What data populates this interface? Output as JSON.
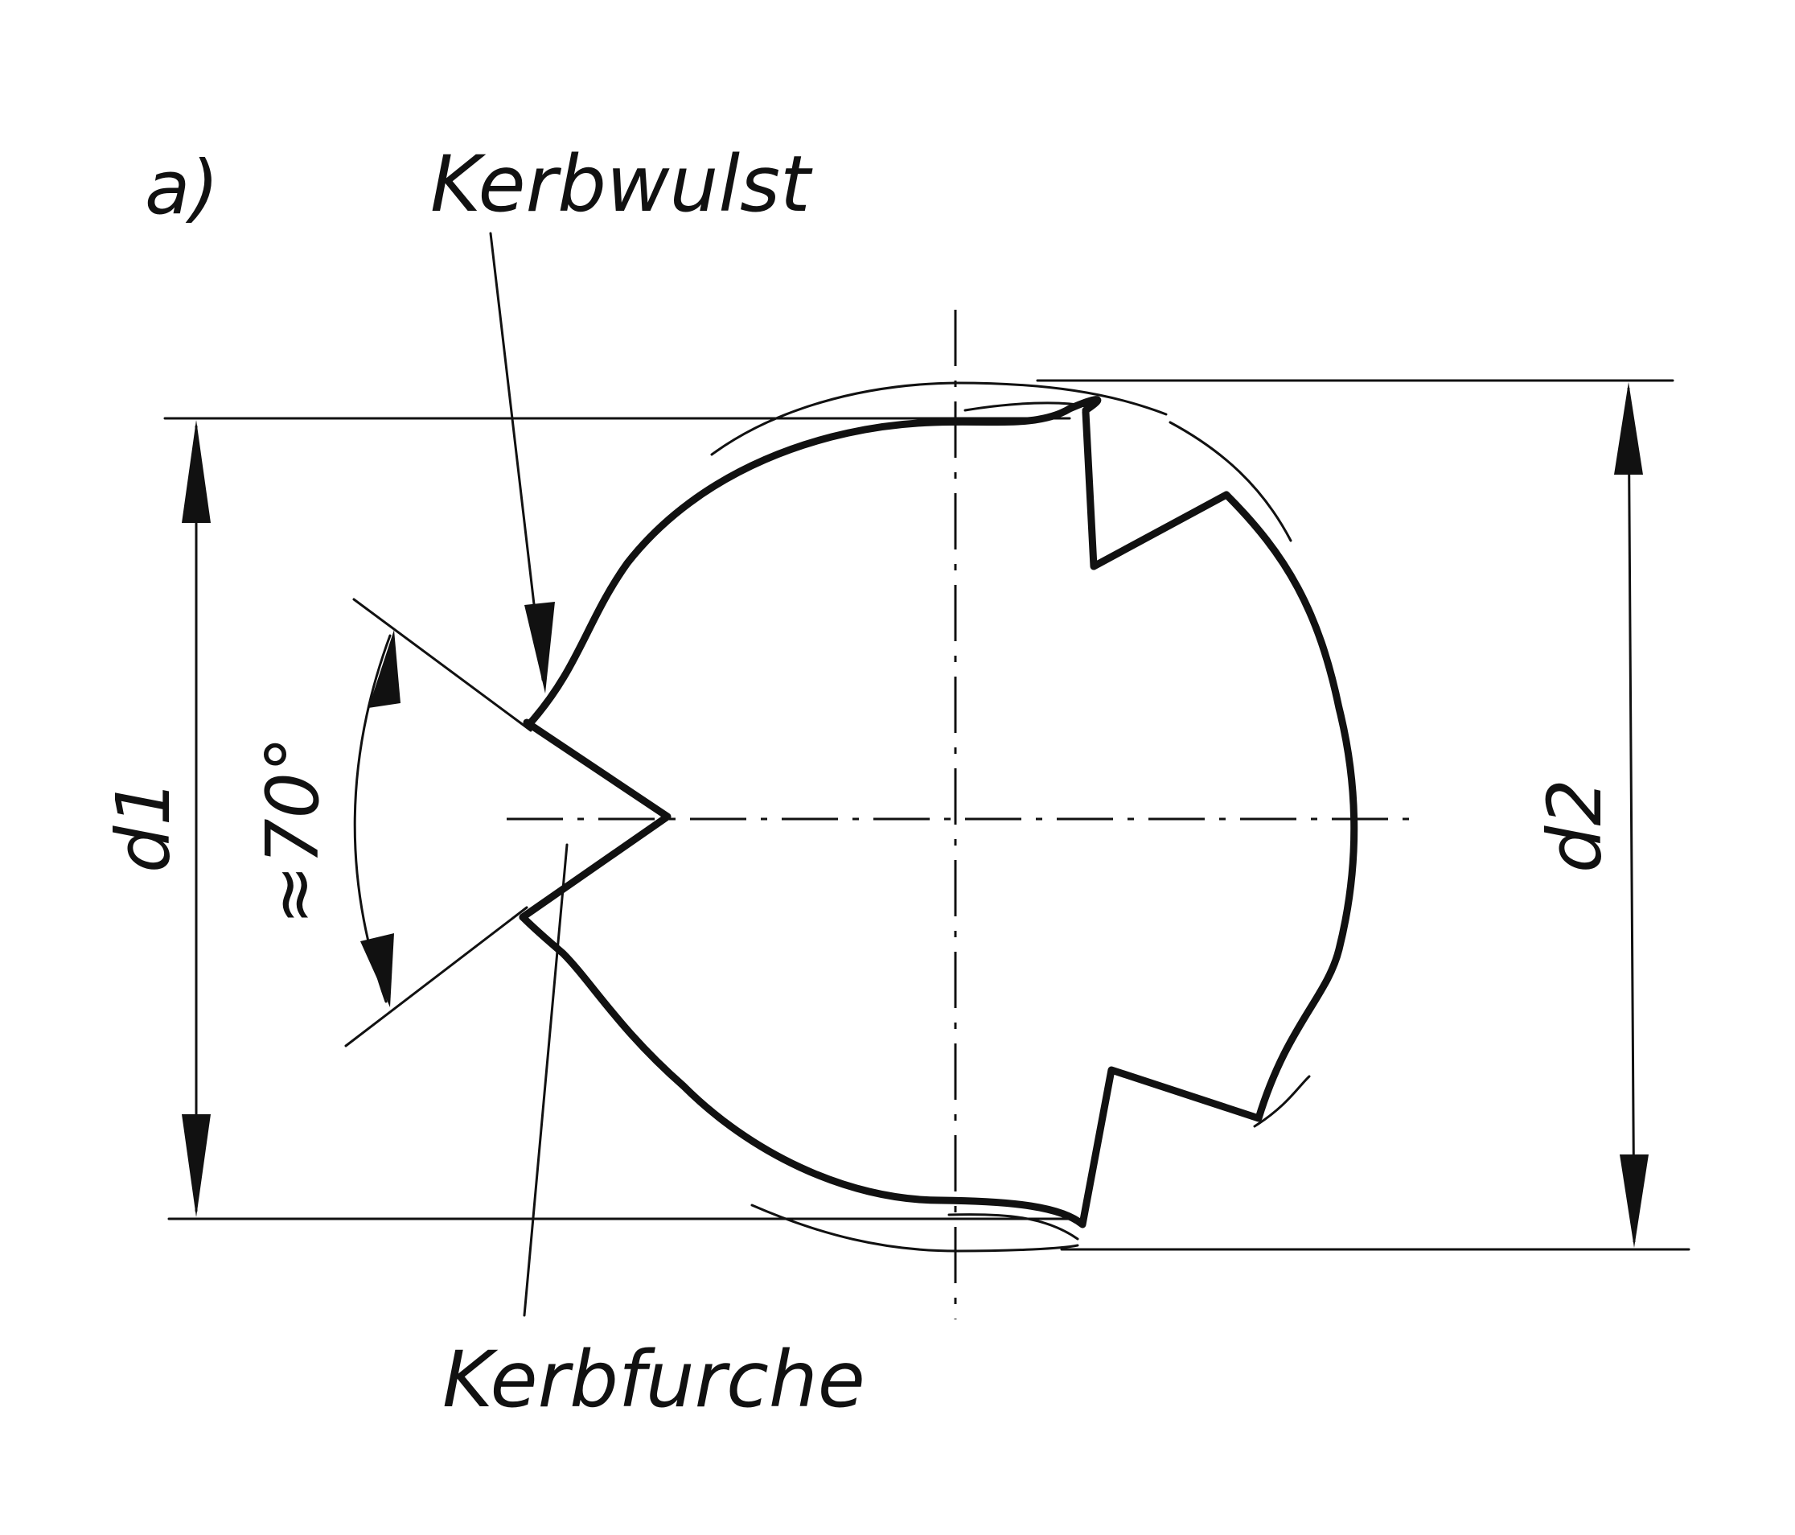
{
  "figure": {
    "panel_label": "a)",
    "labels": {
      "top_callout": "Kerbwulst",
      "bottom_callout": "Kerbfurche",
      "angle": "≈70°",
      "left_dimension": "d1",
      "right_dimension": "d2"
    }
  }
}
